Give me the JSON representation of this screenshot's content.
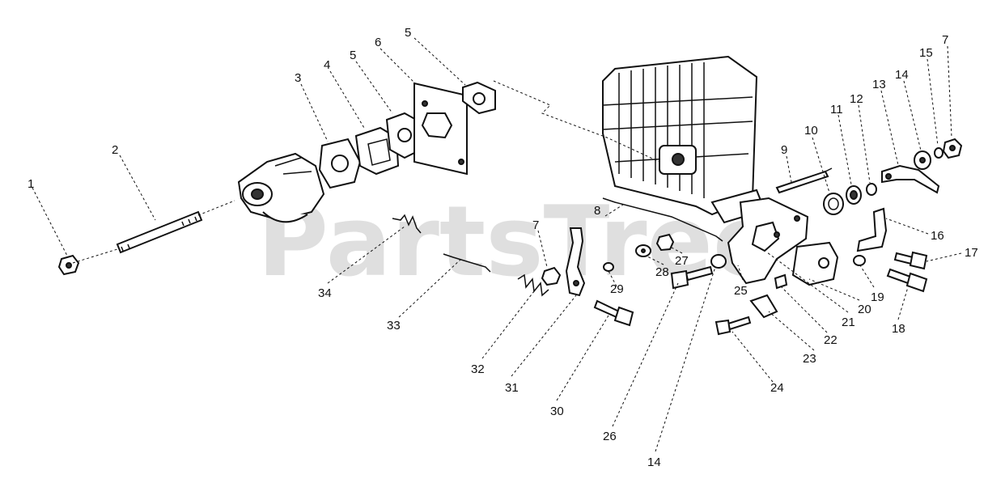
{
  "watermark": "PartsTree",
  "watermark_mark": "®",
  "callouts": [
    {
      "id": "1",
      "text": "1"
    },
    {
      "id": "2",
      "text": "2"
    },
    {
      "id": "3",
      "text": "3"
    },
    {
      "id": "4",
      "text": "4"
    },
    {
      "id": "5a",
      "text": "5"
    },
    {
      "id": "6",
      "text": "6"
    },
    {
      "id": "5b",
      "text": "5"
    },
    {
      "id": "7a",
      "text": "7"
    },
    {
      "id": "15",
      "text": "15"
    },
    {
      "id": "14a",
      "text": "14"
    },
    {
      "id": "13",
      "text": "13"
    },
    {
      "id": "12",
      "text": "12"
    },
    {
      "id": "11",
      "text": "11"
    },
    {
      "id": "10",
      "text": "10"
    },
    {
      "id": "9",
      "text": "9"
    },
    {
      "id": "8",
      "text": "8"
    },
    {
      "id": "7b",
      "text": "7"
    },
    {
      "id": "16",
      "text": "16"
    },
    {
      "id": "17",
      "text": "17"
    },
    {
      "id": "34",
      "text": "34"
    },
    {
      "id": "33",
      "text": "33"
    },
    {
      "id": "32",
      "text": "32"
    },
    {
      "id": "31",
      "text": "31"
    },
    {
      "id": "30",
      "text": "30"
    },
    {
      "id": "29",
      "text": "29"
    },
    {
      "id": "28",
      "text": "28"
    },
    {
      "id": "27",
      "text": "27"
    },
    {
      "id": "26",
      "text": "26"
    },
    {
      "id": "14b",
      "text": "14"
    },
    {
      "id": "25",
      "text": "25"
    },
    {
      "id": "22",
      "text": "22"
    },
    {
      "id": "21",
      "text": "21"
    },
    {
      "id": "20",
      "text": "20"
    },
    {
      "id": "19",
      "text": "19"
    },
    {
      "id": "18",
      "text": "18"
    },
    {
      "id": "23",
      "text": "23"
    },
    {
      "id": "24",
      "text": "24"
    }
  ]
}
